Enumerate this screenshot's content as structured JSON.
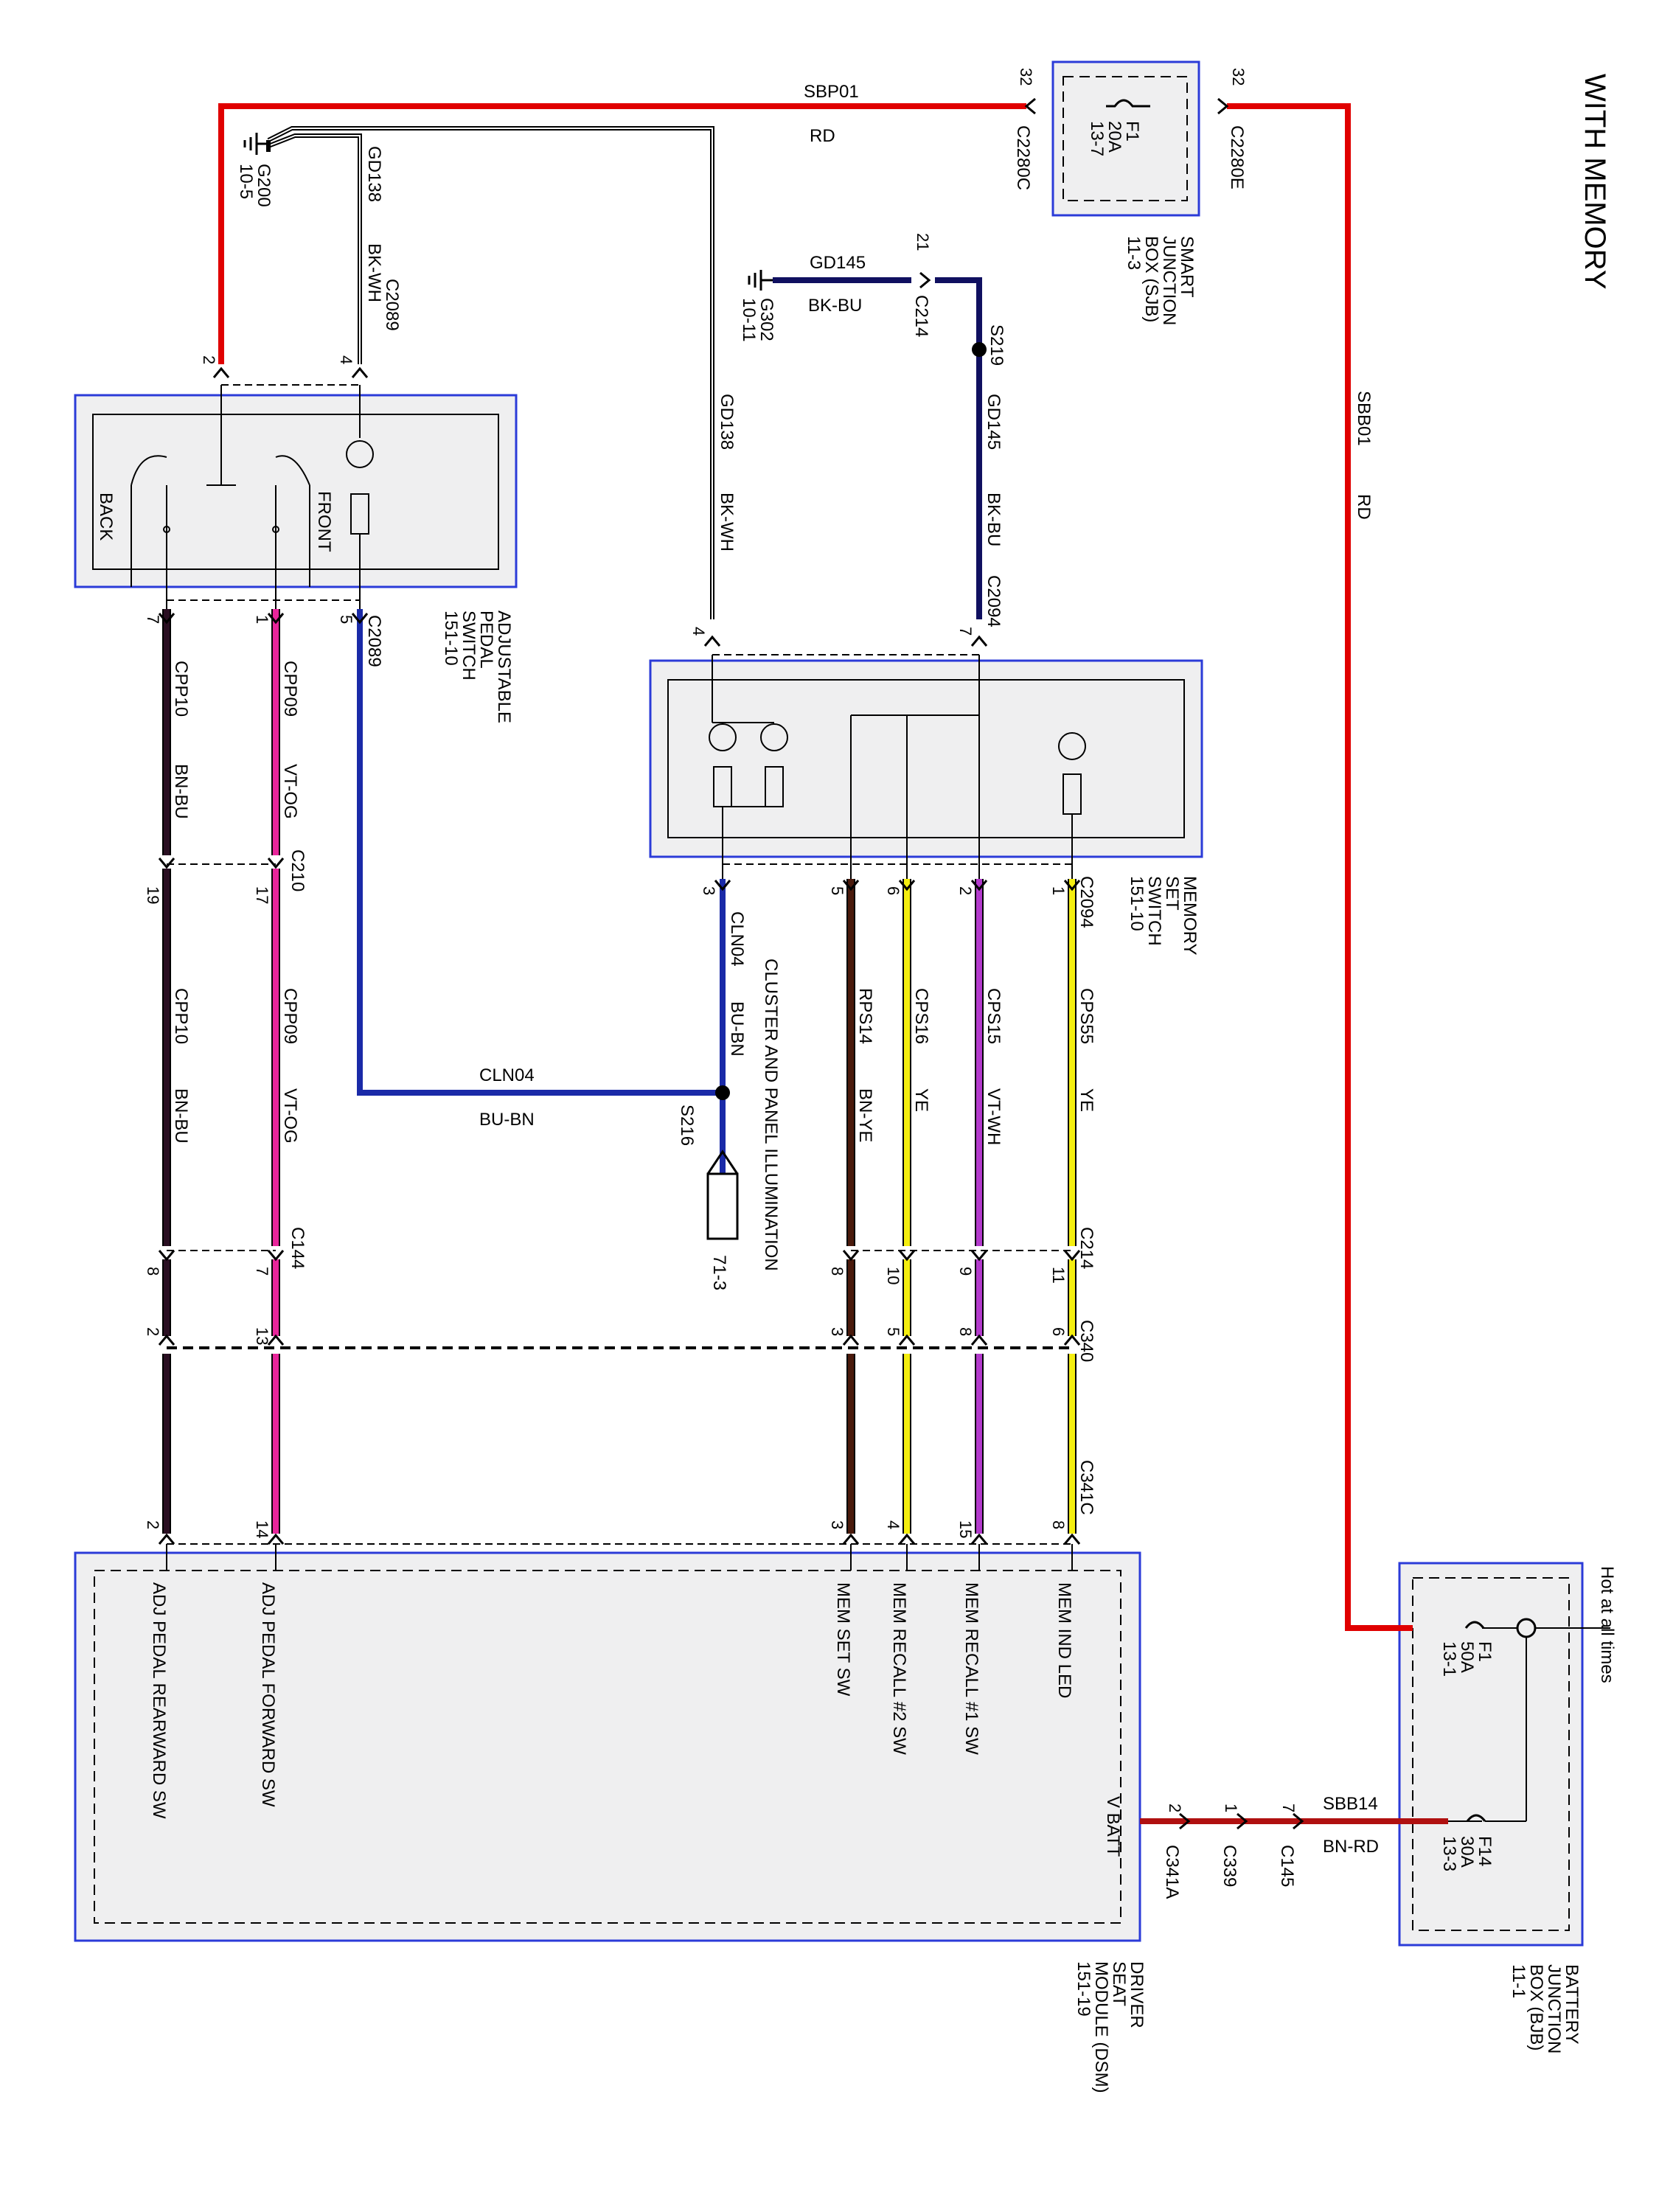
{
  "diagram": {
    "title": "WITH MEMORY",
    "modules": {
      "sjb": [
        "SMART",
        "JUNCTION",
        "BOX (SJB)",
        "11-3"
      ],
      "sjb_fuse": [
        "F1",
        "20A",
        "13-7"
      ],
      "bjb": [
        "BATTERY",
        "JUNCTION",
        "BOX (BJB)",
        "11-1"
      ],
      "bjb_fuse_f1": [
        "F1",
        "50A",
        "13-1"
      ],
      "bjb_fuse_f14": [
        "F14",
        "30A",
        "13-3"
      ],
      "bjb_note": "Hot at all times",
      "pedal": [
        "ADJUSTABLE",
        "PEDAL",
        "SWITCH",
        "151-10"
      ],
      "pedal_back": "BACK",
      "pedal_front": "FRONT",
      "memory": [
        "MEMORY",
        "SET",
        "SWITCH",
        "151-10"
      ],
      "dsm": [
        "DRIVER",
        "SEAT",
        "MODULE (DSM)",
        "151-19"
      ],
      "dsm_pins": {
        "ind_led": "MEM IND LED",
        "recall1": "MEM RECALL #1 SW",
        "recall2": "MEM RECALL #2 SW",
        "set": "MEM SET SW",
        "fwd": "ADJ PEDAL FORWARD SW",
        "rear": "ADJ PEDAL REARWARD SW",
        "vbatt": "V BATT"
      },
      "cluster": "CLUSTER AND PANEL ILLUMINATION",
      "cluster_ref": "71-3"
    },
    "wires": {
      "sbp01": {
        "circuit": "SBP01",
        "color": "RD"
      },
      "sbb01": {
        "circuit": "SBB01",
        "color": "RD"
      },
      "gd138_top": {
        "circuit": "GD138",
        "color": "BK-WH"
      },
      "gd138_mid": {
        "circuit": "GD138",
        "color": "BK-WH"
      },
      "gd145_top": {
        "circuit": "GD145",
        "color": "BK-BU"
      },
      "gd145_mid": {
        "circuit": "GD145",
        "color": "BK-BU"
      },
      "cpp10_a": {
        "circuit": "CPP10",
        "color": "BN-BU"
      },
      "cpp09_a": {
        "circuit": "CPP09",
        "color": "VT-OG"
      },
      "cpp10_b": {
        "circuit": "CPP10",
        "color": "BN-BU"
      },
      "cpp09_b": {
        "circuit": "CPP09",
        "color": "VT-OG"
      },
      "cln04_v": {
        "circuit": "CLN04",
        "color": "BU-BN"
      },
      "cln04_h": {
        "circuit": "CLN04",
        "color": "BU-BN"
      },
      "rps14": {
        "circuit": "RPS14",
        "color": "BN-YE"
      },
      "cps16": {
        "circuit": "CPS16",
        "color": "YE"
      },
      "cps15": {
        "circuit": "CPS15",
        "color": "VT-WH"
      },
      "cps55": {
        "circuit": "CPS55",
        "color": "YE"
      },
      "sbb14": {
        "circuit": "SBB14",
        "color": "BN-RD"
      }
    },
    "connectors": {
      "c2280c": "C2280C",
      "c2280e": "C2280E",
      "c2089": "C2089",
      "c214": "C214",
      "c2094": "C2094",
      "c210": "C210",
      "c144": "C144",
      "c340": "C340",
      "c341c": "C341C",
      "c341a": "C341A",
      "c339": "C339",
      "c145": "C145",
      "s219": "S219",
      "s216": "S216"
    },
    "grounds": {
      "g200": [
        "G200",
        "10-5"
      ],
      "g302": [
        "G302",
        "10-11"
      ]
    },
    "pins": {
      "c2280c": "32",
      "c2280e": "32",
      "c214_gnd": "21",
      "pedal_top_a": "2",
      "pedal_top_b": "4",
      "pedal_bot_a": "7",
      "pedal_bot_b": "1",
      "pedal_bot_c": "5",
      "mem_top_a": "4",
      "mem_top_b": "7",
      "mem_bot_a": "3",
      "mem_bot_b": "5",
      "mem_bot_c": "6",
      "mem_bot_d": "2",
      "mem_bot_e": "1",
      "c210_a": "19",
      "c210_b": "17",
      "c144_a": "8",
      "c144_b": "7",
      "c214_a": "8",
      "c214_b": "10",
      "c214_c": "9",
      "c214_d": "11",
      "c340_a": "2",
      "c340_b": "13",
      "c340_c": "3",
      "c340_d": "5",
      "c340_e": "8",
      "c340_f": "6",
      "dsm_a": "2",
      "dsm_b": "14",
      "dsm_c": "3",
      "dsm_d": "4",
      "dsm_e": "15",
      "dsm_f": "8",
      "c341a": "2",
      "c339": "1",
      "c145": "7"
    }
  }
}
